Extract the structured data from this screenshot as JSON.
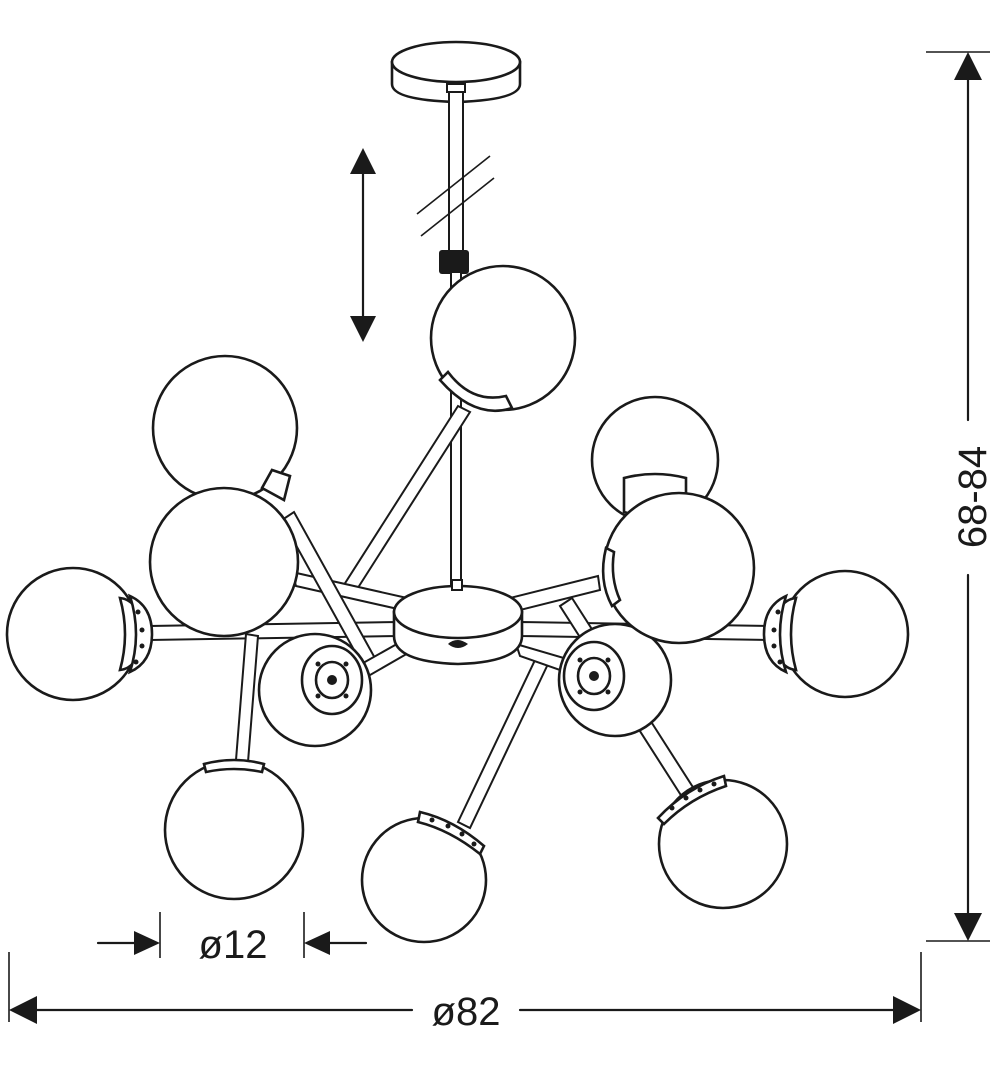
{
  "dimensions": {
    "globe_diameter": "ø12",
    "overall_diameter": "ø82",
    "height_range": "68-84"
  },
  "colors": {
    "line": "#1a1a1a",
    "background": "#ffffff"
  }
}
